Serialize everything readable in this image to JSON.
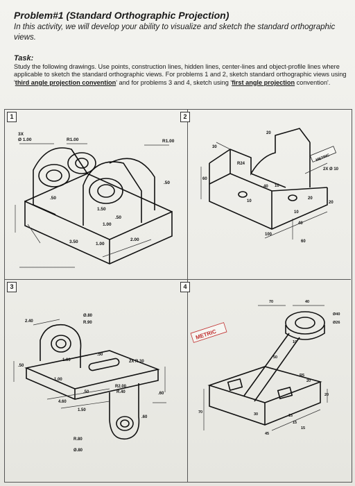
{
  "header": {
    "title": "Problem#1 (Standard Orthographic Projection)",
    "intro": "In this activity, we will develop your ability to visualize and sketch the standard orthographic views."
  },
  "task": {
    "heading": "Task:",
    "text_a": "Study the following drawings. Use points, construction lines, hidden lines, center-lines and object-profile lines where applicable to sketch the standard orthographic views. For problems 1 and 2, sketch standard orthographic views using '",
    "third_angle": "third angle projection convention",
    "text_b": "' and for problems 3 and 4, sketch using '",
    "first_angle": "first angle projection",
    "text_c": " convention'."
  },
  "problems": [
    {
      "number": "1",
      "dims": [
        "3X",
        "Ø 1.00",
        "R1.00",
        "R1.00",
        ".50",
        ".50",
        ".50",
        "1.50",
        "1.00",
        "3.50",
        "1.00",
        "2.00"
      ]
    },
    {
      "number": "2",
      "dims": [
        "20",
        "30",
        "R24",
        "60",
        "METRIC",
        "2X Ø 10",
        "40",
        "10",
        "10",
        "20",
        "10",
        "20",
        "40",
        "100",
        "60"
      ]
    },
    {
      "number": "3",
      "dims": [
        "Ø.80",
        "R.90",
        "2.40",
        "1.00",
        ".50",
        ".50",
        "1.00",
        "2X R.30",
        "R2.00",
        "R.40",
        ".60",
        "4.60",
        ".50",
        "1.50",
        ".60",
        "R.80",
        "Ø.80"
      ]
    },
    {
      "number": "4",
      "dims": [
        "METRIC",
        "70",
        "40",
        "Ø40",
        "Ø26",
        "10",
        "50",
        "20",
        "70",
        "30",
        "15",
        "R5",
        "20",
        "15",
        "15",
        "45"
      ]
    }
  ]
}
